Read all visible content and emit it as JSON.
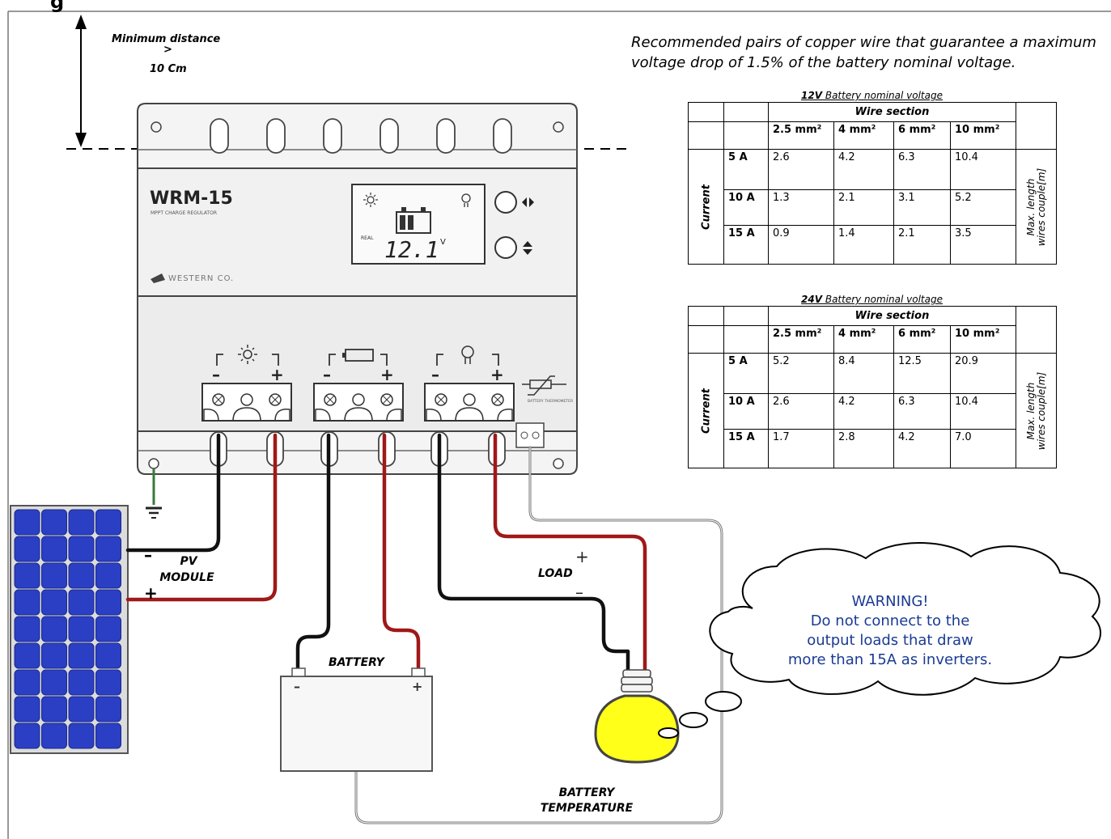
{
  "header_partial": "g",
  "clearance": {
    "title": "Minimum distance",
    "symbol": ">",
    "value": "10 Cm"
  },
  "note": [
    "Recommended pairs of copper wire that guarantee a maximum",
    "voltage drop of 1.5% of the battery nominal voltage."
  ],
  "device": {
    "model": "WRM-15",
    "subtitle": "MPPT CHARGE REGULATOR",
    "brand": "WESTERN CO.",
    "display_value": "12.1",
    "display_unit": "V",
    "display_mode": "REAL",
    "sensor_label": "BATTERY THERMOMETER"
  },
  "labels": {
    "pv_module": [
      "PV",
      "MODULE"
    ],
    "battery": "BATTERY",
    "load": "LOAD",
    "battery_temperature": [
      "BATTERY",
      "TEMPERATURE"
    ],
    "minus": "–",
    "plus": "+"
  },
  "warning": [
    "WARNING!",
    "Do not connect to the",
    "output loads that draw",
    "more than 15A as inverters."
  ],
  "tables": [
    {
      "voltage": "12V",
      "caption_rest": " Battery nominal voltage",
      "header": "Wire section",
      "sections": [
        "2.5 mm²",
        "4 mm²",
        "6 mm²",
        "10 mm²"
      ],
      "row_label": "Current",
      "side_label": [
        "Max. length",
        "wires couple[m]"
      ],
      "rows": [
        {
          "current": "5 A",
          "values": [
            "2.6",
            "4.2",
            "6.3",
            "10.4"
          ]
        },
        {
          "current": "10 A",
          "values": [
            "1.3",
            "2.1",
            "3.1",
            "5.2"
          ]
        },
        {
          "current": "15 A",
          "values": [
            "0.9",
            "1.4",
            "2.1",
            "3.5"
          ]
        }
      ]
    },
    {
      "voltage": "24V",
      "caption_rest": " Battery nominal voltage",
      "header": "Wire section",
      "sections": [
        "2.5 mm²",
        "4 mm²",
        "6 mm²",
        "10 mm²"
      ],
      "row_label": "Current",
      "side_label": [
        "Max. length",
        "wires couple[m]"
      ],
      "rows": [
        {
          "current": "5 A",
          "values": [
            "5.2",
            "8.4",
            "12.5",
            "20.9"
          ]
        },
        {
          "current": "10 A",
          "values": [
            "2.6",
            "4.2",
            "6.3",
            "10.4"
          ]
        },
        {
          "current": "15 A",
          "values": [
            "1.7",
            "2.8",
            "4.2",
            "7.0"
          ]
        }
      ]
    }
  ]
}
